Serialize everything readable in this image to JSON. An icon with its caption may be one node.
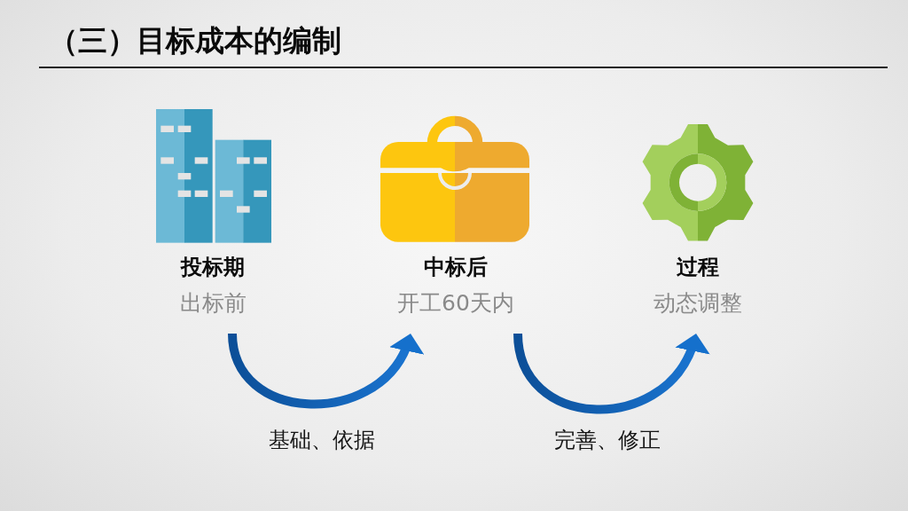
{
  "diagram": {
    "title": "（三）目标成本的编制",
    "nodes": [
      {
        "text": [
          "投标期",
          "出标前"
        ]
      },
      {
        "text": [
          "中标后",
          "开工60天内"
        ]
      },
      {
        "text": [
          "过程",
          "动态调整"
        ]
      }
    ],
    "edges": [
      {
        "from": 0,
        "to": 1,
        "arrow": "to",
        "label": "基础、依据"
      },
      {
        "from": 1,
        "to": 2,
        "arrow": "to",
        "label": "完善、修正"
      }
    ]
  }
}
